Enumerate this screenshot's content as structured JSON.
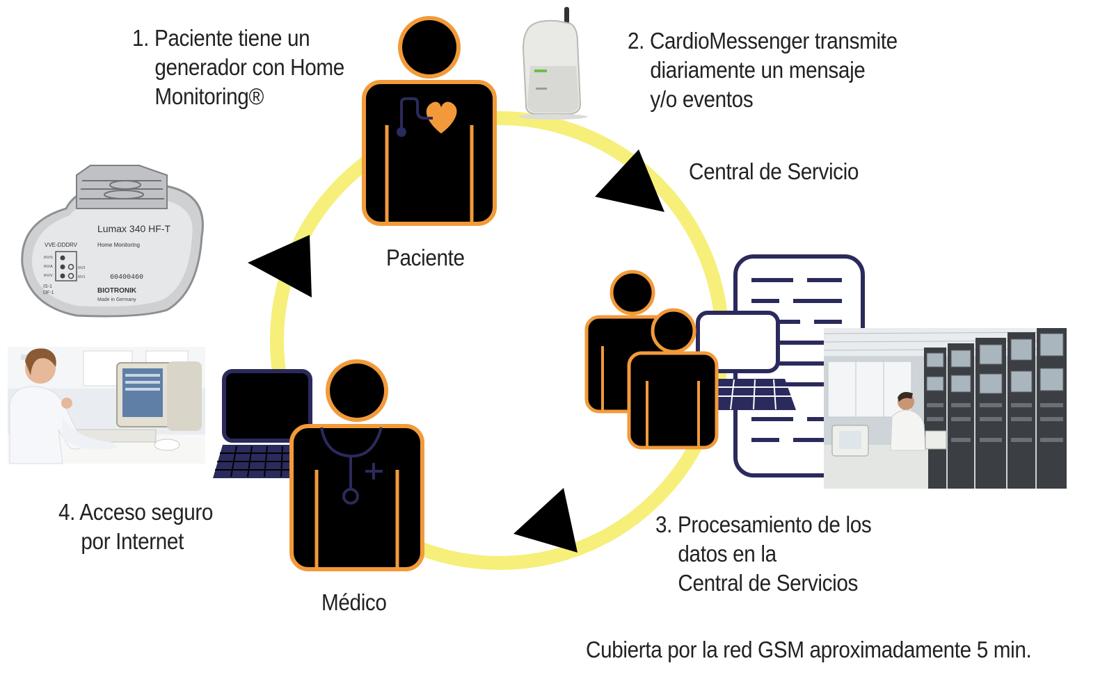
{
  "steps": {
    "step1": {
      "lines": [
        "1. Paciente tiene un",
        "generador con Home",
        "Monitoring®"
      ]
    },
    "step2": {
      "lines": [
        "2. CardioMessenger transmite",
        "diariamente un mensaje",
        "y/o eventos"
      ]
    },
    "step3": {
      "lines": [
        "3. Procesamiento de los",
        "datos en la",
        "Central de Servicios"
      ]
    },
    "step4": {
      "lines": [
        "4. Acceso seguro",
        "por Internet"
      ]
    }
  },
  "labels": {
    "paciente": "Paciente",
    "medico": "Médico",
    "central": "Central de Servicio"
  },
  "footer": "Cubierta por la red GSM aproximadamente 5 min.",
  "device": {
    "model": "Lumax 340 HF-T",
    "mode": "VVE-DDDRV",
    "feature": "Home Monitoring",
    "serial": "60400460",
    "brand": "BIOTRONIK",
    "origin": "Made in Germany",
    "port_labels": [
      "RV/S",
      "RV/A",
      "RV/V",
      "IS-1",
      "DF-1",
      "RV2",
      "RV1"
    ]
  },
  "colors": {
    "cycle": "#f6ef7a",
    "arrow": "#000000",
    "figure_outline": "#f29a3a",
    "figure_fill": "#000000",
    "equipment": "#2b2a5c",
    "heart": "#f29a3a"
  }
}
